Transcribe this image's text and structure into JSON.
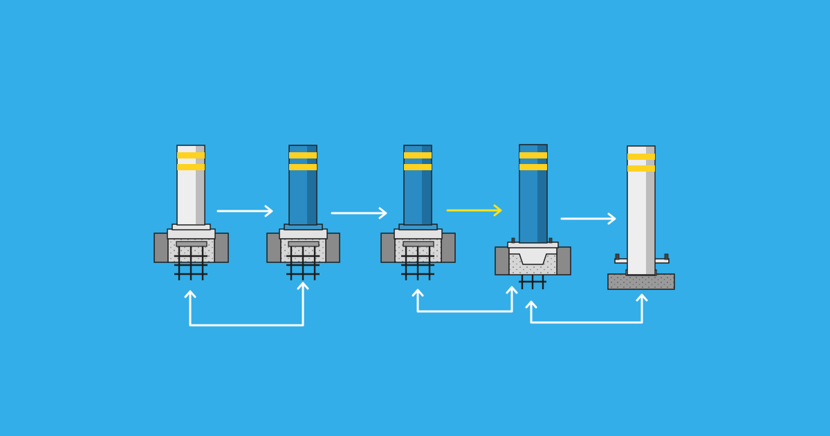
{
  "diagram": {
    "background": "#33aee8",
    "stages": [
      {
        "id": "stage-1",
        "pole": "white",
        "base": "grid-footing",
        "anchor": "rebar"
      },
      {
        "id": "stage-2",
        "pole": "blue",
        "base": "grid-footing",
        "anchor": "rebar"
      },
      {
        "id": "stage-3",
        "pole": "blue",
        "base": "grid-footing",
        "anchor": "rebar"
      },
      {
        "id": "stage-4",
        "pole": "blue",
        "base": "flanged-cup",
        "anchor": "short-rebar"
      },
      {
        "id": "stage-5",
        "pole": "white",
        "base": "surface-plate",
        "anchor": "none"
      }
    ],
    "connectors": [
      {
        "from": "stage-1",
        "to": "stage-2",
        "kind": "forward-arrow",
        "color": "#ffffff"
      },
      {
        "from": "stage-2",
        "to": "stage-3",
        "kind": "forward-arrow",
        "color": "#ffffff"
      },
      {
        "from": "stage-3",
        "to": "stage-4",
        "kind": "forward-arrow",
        "color": "#ffe21a"
      },
      {
        "from": "stage-4",
        "to": "stage-5",
        "kind": "forward-arrow",
        "color": "#ffffff"
      },
      {
        "from": "stage-1",
        "to": "stage-2",
        "kind": "link-below",
        "color": "#ffffff"
      },
      {
        "from": "stage-3",
        "to": "stage-4",
        "kind": "link-below",
        "color": "#ffffff"
      },
      {
        "from": "stage-4",
        "to": "stage-5",
        "kind": "link-below",
        "color": "#ffffff"
      }
    ],
    "colors": {
      "stripe": "#ffd21f",
      "pole_white": "#eeeeee",
      "pole_white_shade": "#bdbdbd",
      "pole_blue": "#2b8cc4",
      "pole_blue_shade": "#1f6f9e",
      "concrete": "#d8d8d8",
      "wall": "#8a8a8a",
      "outline": "#1d1d1d"
    }
  }
}
